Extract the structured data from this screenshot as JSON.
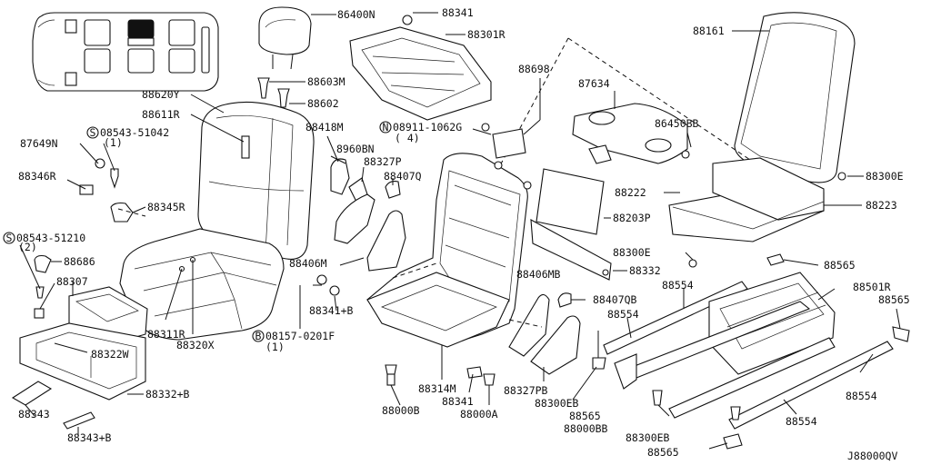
{
  "diagram_id": "J88000QV",
  "labels": {
    "p86400N": "86400N",
    "p88341": "88341",
    "p88301R": "88301R",
    "p88161": "88161",
    "p88603M": "88603M",
    "p88602": "88602",
    "p88698": "88698",
    "p88620Y": "88620Y",
    "p88611R": "88611R",
    "p08543_51042": "08543-51042",
    "p08543_51042_q": "(1)",
    "p87649N": "87649N",
    "p88418M": "88418M",
    "p08911_1062G": "08911-1062G",
    "p08911_1062G_q": "( 4)",
    "p87634": "87634",
    "p86450BB": "86450BB",
    "p8960BN": "8960BN",
    "p88327P": "88327P",
    "p88407Q": "88407Q",
    "p88346R": "88346R",
    "p88300E_r": "88300E",
    "p88222": "88222",
    "p88223": "88223",
    "p88345R": "88345R",
    "p88203P": "88203P",
    "p08543_51210": "08543-51210",
    "p08543_51210_q": "(2)",
    "p88686": "88686",
    "p88406M": "88406M",
    "p88300E_m": "88300E",
    "p88565_a": "88565",
    "p88307": "88307",
    "p88406MB": "88406MB",
    "p88332": "88332",
    "p88554_a": "88554",
    "p88501R": "88501R",
    "p88565_b": "88565",
    "p88407QB": "88407QB",
    "p88341B": "88341+B",
    "p88554_b": "88554",
    "p88311R": "88311R",
    "p88320X": "88320X",
    "p08157_0201F": "08157-0201F",
    "p08157_0201F_q": "(1)",
    "p88322W": "88322W",
    "p88332B": "88332+B",
    "p88343": "88343",
    "p88343B": "88343+B",
    "p88000B": "88000B",
    "p88314M": "88314M",
    "p88341_b": "88341",
    "p88000A": "88000A",
    "p88327PB": "88327PB",
    "p88300EB_a": "88300EB",
    "p88565_c": "88565",
    "p88000BB": "88000BB",
    "p88554_c": "88554",
    "p88554_d": "88554",
    "p88300EB_b": "88300EB",
    "p88565_d": "88565",
    "circ_S": "S",
    "circ_N": "N",
    "circ_B": "B"
  }
}
